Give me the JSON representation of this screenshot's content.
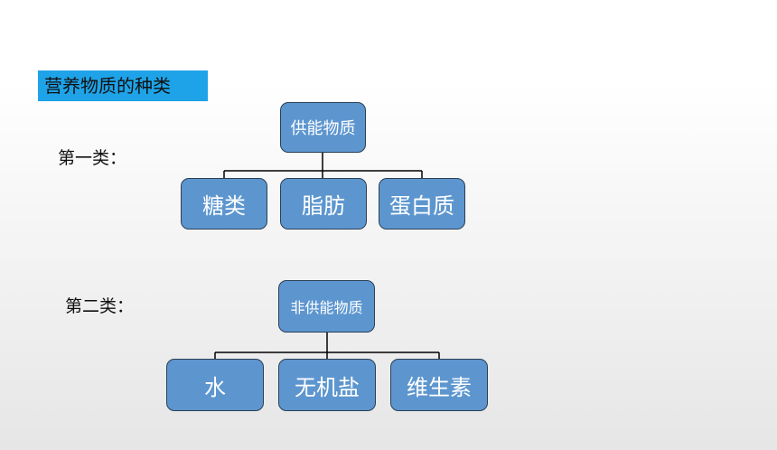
{
  "title": "营养物质的种类",
  "groups": [
    {
      "label": "第一类：",
      "parent": "供能物质",
      "children": [
        "糖类",
        "脂肪",
        "蛋白质"
      ]
    },
    {
      "label": "第二类：",
      "parent": "非供能物质",
      "children": [
        "水",
        "无机盐",
        "维生素"
      ]
    }
  ],
  "colors": {
    "banner": "#1ea3e8",
    "node_fill": "#5d96cf",
    "node_border": "#2b3f55",
    "connector": "#000000"
  }
}
